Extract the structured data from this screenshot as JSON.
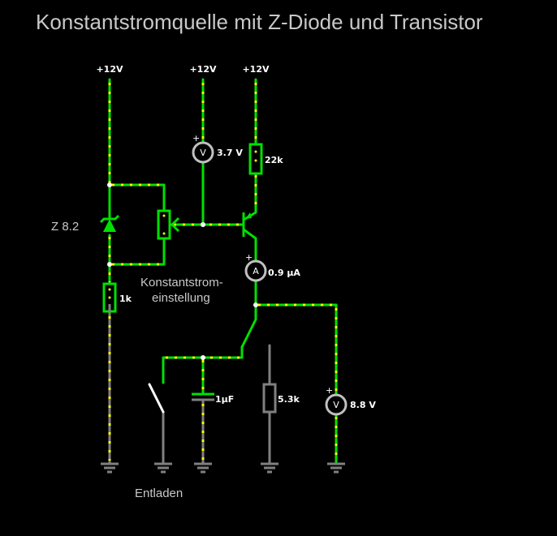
{
  "title": "Konstantstromquelle mit Z-Diode und Transistor",
  "supplies": {
    "left": "+12V",
    "middle": "+12V",
    "right": "+12V"
  },
  "meters": {
    "base_voltmeter": {
      "symbol": "V",
      "plus": "+",
      "reading": "3.7 V"
    },
    "ammeter": {
      "symbol": "A",
      "plus": "+",
      "reading": "0.9 µA"
    },
    "output_voltmeter": {
      "symbol": "V",
      "plus": "+",
      "reading": "8.8 V"
    }
  },
  "components": {
    "zener": "Z 8.2",
    "r_bottom_left": "1k",
    "r_emitter": "22k",
    "capacitor": "1µF",
    "r_load": "5.3k"
  },
  "labels": {
    "pot_caption_line1": "Konstantstrom-",
    "pot_caption_line2": "einstellung",
    "discharge": "Entladen"
  },
  "colors": {
    "wire_active": "#00e000",
    "wire_idle": "#808080",
    "current_dots": "#ffff00",
    "background": "#000000"
  }
}
